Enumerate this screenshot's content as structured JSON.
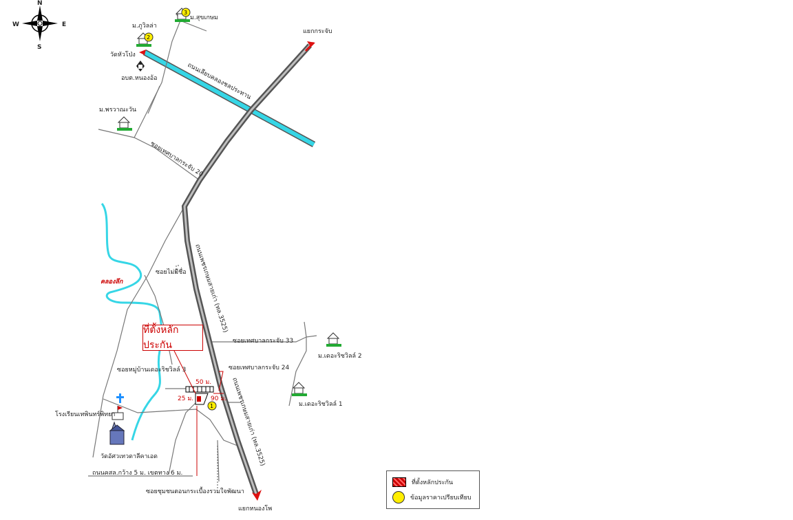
{
  "compass": {
    "n": "N",
    "s": "S",
    "e": "E",
    "w": "W"
  },
  "callout": "ที่ตั้งหลักประกัน",
  "labels": {
    "top_right_dir": "แยกกระจับ",
    "bottom_dir": "แยกหนองโพ",
    "village_suksem": "ม.สุขเกษม",
    "village_phuwila": "ม.ภูวิลล่า",
    "temple_top": "วัดหัวโป่ง",
    "subdistrict_office": "อบต.หนองอ้อ",
    "village_phrawatana": "ม.พรวาณะวัน",
    "canal_road": "ถนนเลียบคลองชลประทาน",
    "soi_20": "ซอยเทศบาลกระจับ 20",
    "main_road_1": "ถนนเพชรเกษมสายเก่า (ทล.3525)",
    "main_road_2": "ถนนเพชรเกษมสายเก่า (ทล.3525)",
    "soi_no_name": "ซอยไม่มีชื่อ",
    "canal": "คลองลึก",
    "soi_33": "ซอยเทศบาลกระจับ 33",
    "village_detree2": "ม.เดอะริชวิลล์ 2",
    "village_detree1": "ม.เดอะริชวิลล์ 1",
    "soi_village3": "ซอยหมู่บ้านเดอะริชวิลล์ 3",
    "soi_24": "ซอยเทศบาลกระจับ 24",
    "dim_50": "50 ม.",
    "dim_25": "25 ม.",
    "dim_90": "90 ม.",
    "school": "โรงเรียนเทพินทร์พิทยา",
    "church": "วัดอัศวเทวดาลีคาเอด",
    "road_width": "ถนนคสล.กว้าง 5 ม. เขตทาง 6 ม.",
    "soi_bottom": "ซอยชุมชนตอนกระเบื้องรวมใจพัฒนา"
  },
  "legend": {
    "collateral": "ที่ตั้งหลักประกัน",
    "comparison": "ข้อมูลราคาเปรียบเทียบ"
  },
  "markers": {
    "m1": "1",
    "m2": "2",
    "m3": "3"
  },
  "colors": {
    "road": "#8a8a8a",
    "canal": "#36d6e6",
    "red": "#cc0000",
    "yellow": "#ffee00",
    "green": "#22aa33"
  }
}
